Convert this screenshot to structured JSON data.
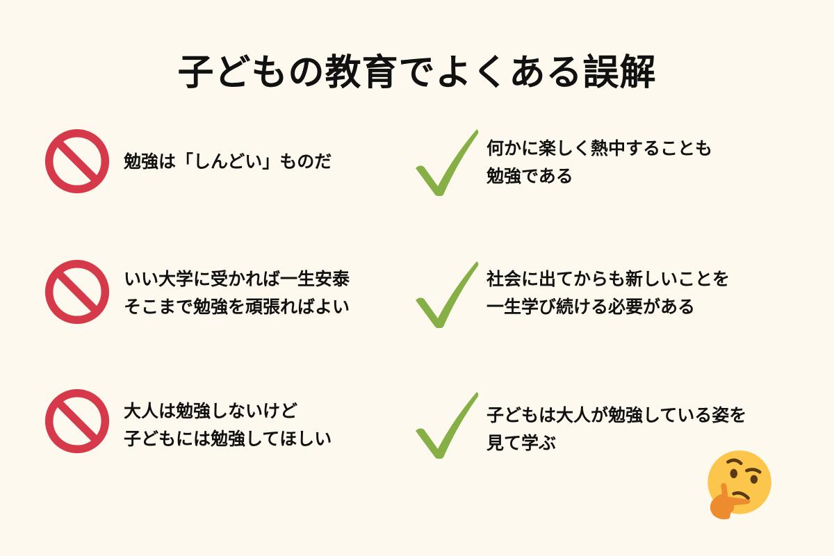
{
  "title": "子どもの教育でよくある誤解",
  "colors": {
    "background": "#fdf9ee",
    "myth_icon": "#d5394a",
    "truth_icon": "#86b046",
    "text": "#111111"
  },
  "rows": [
    {
      "myth": {
        "icon": "prohibited-icon",
        "lines": [
          "勉強は「しんどい」ものだ"
        ]
      },
      "truth": {
        "icon": "checkmark-icon",
        "lines": [
          "何かに楽しく熱中することも",
          "勉強である"
        ]
      }
    },
    {
      "myth": {
        "icon": "prohibited-icon",
        "lines": [
          "いい大学に受かれば一生安泰",
          "そこまで勉強を頑張ればよい"
        ]
      },
      "truth": {
        "icon": "checkmark-icon",
        "lines": [
          "社会に出てからも新しいことを",
          "一生学び続ける必要がある"
        ]
      }
    },
    {
      "myth": {
        "icon": "prohibited-icon",
        "lines": [
          "大人は勉強しないけど",
          "子どもには勉強してほしい"
        ]
      },
      "truth": {
        "icon": "checkmark-icon",
        "lines": [
          "子どもは大人が勉強している姿を",
          "見て学ぶ"
        ]
      }
    }
  ],
  "decoration": {
    "emoji": "thinking-face-icon"
  }
}
